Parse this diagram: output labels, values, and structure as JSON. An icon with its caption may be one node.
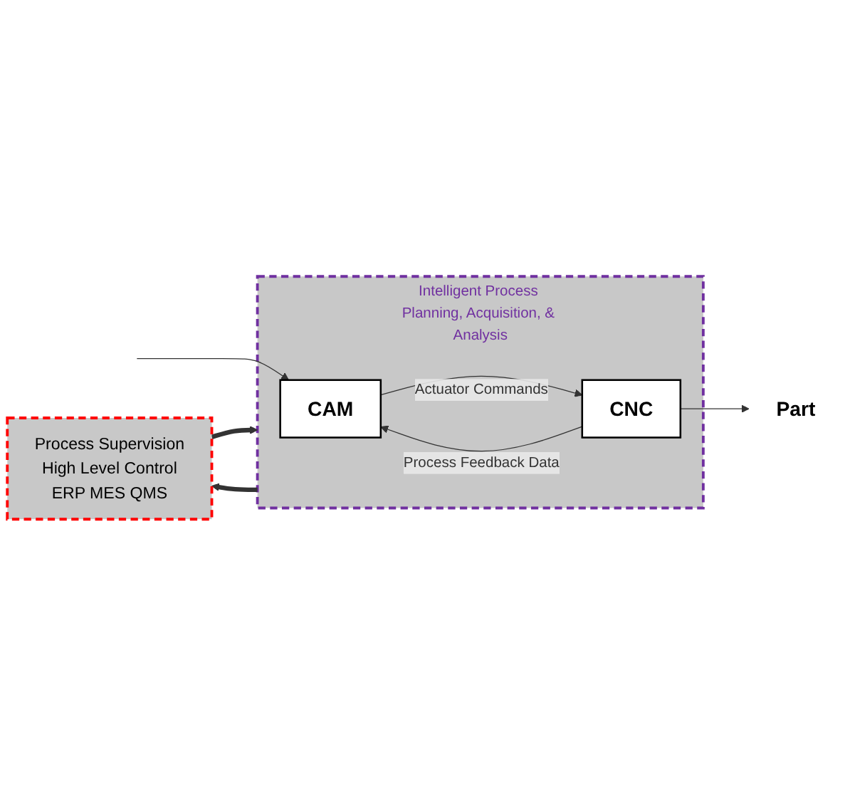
{
  "diagram": {
    "nodes": [
      {
        "text": [
          "Process Supervision",
          "High Level Control",
          "ERP MES QMS"
        ]
      },
      {
        "text": [
          "Intelligent Process Planning, Acquisition, & Analysis"
        ]
      },
      {
        "text": [
          "CAM"
        ],
        "in": 1
      },
      {
        "text": [
          "CNC"
        ],
        "in": 1
      },
      {
        "text": [
          "Part"
        ]
      }
    ],
    "edges": [
      {
        "from": 0,
        "to": 1,
        "arrow": "to",
        "style": "thick"
      },
      {
        "from": 1,
        "to": 0,
        "arrow": "to",
        "style": "thick"
      },
      {
        "from": null,
        "to": 2,
        "arrow": "to"
      },
      {
        "from": 2,
        "to": 3,
        "label": "Actuator Commands",
        "arrow": "to"
      },
      {
        "from": 3,
        "to": 2,
        "label": "Process Feedback Data",
        "arrow": "to"
      },
      {
        "from": 3,
        "to": 4,
        "arrow": "to"
      }
    ]
  }
}
